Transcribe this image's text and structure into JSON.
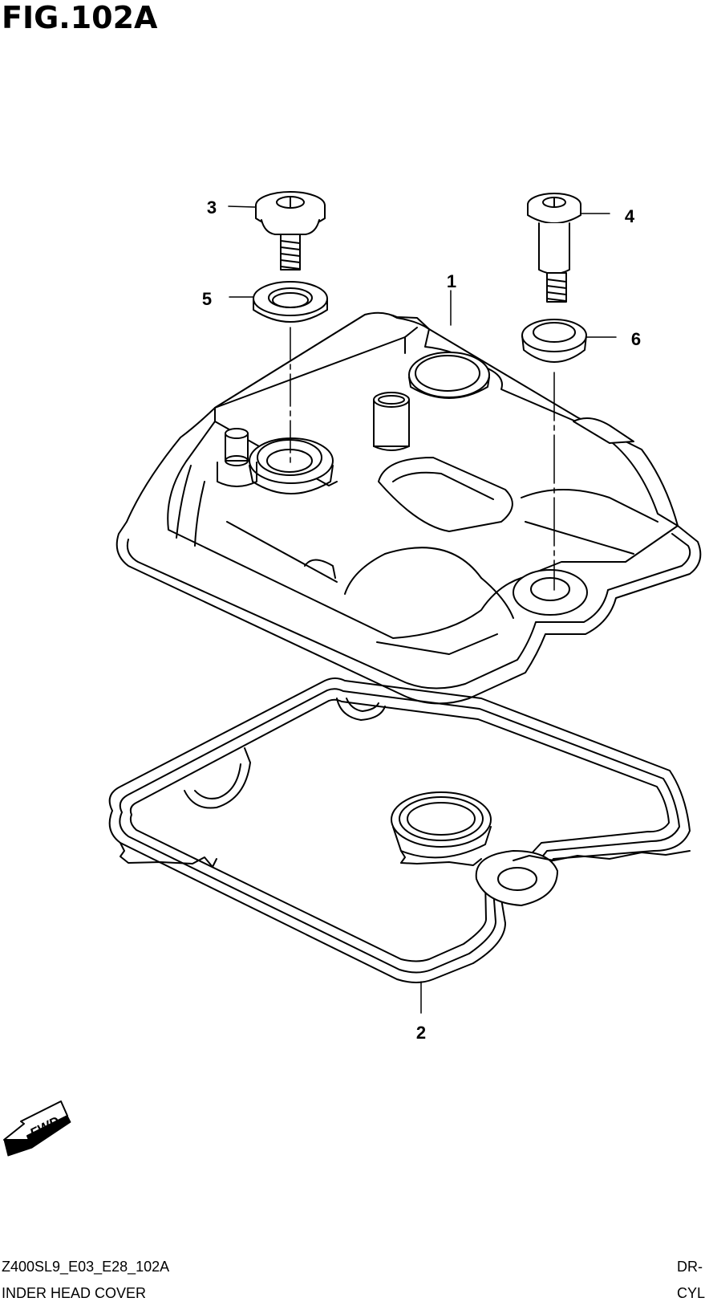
{
  "figure": {
    "title": "FIG.102A"
  },
  "callouts": [
    {
      "id": "1",
      "label": "1"
    },
    {
      "id": "2",
      "label": "2"
    },
    {
      "id": "3",
      "label": "3"
    },
    {
      "id": "4",
      "label": "4"
    },
    {
      "id": "5",
      "label": "5"
    },
    {
      "id": "6",
      "label": "6"
    }
  ],
  "fwd_label": "FWD",
  "footer": {
    "code": "Z400SL9_E03_E28_102A",
    "name": "INDER HEAD COVER",
    "right_top": "DR-",
    "right_bottom": "CYL"
  }
}
